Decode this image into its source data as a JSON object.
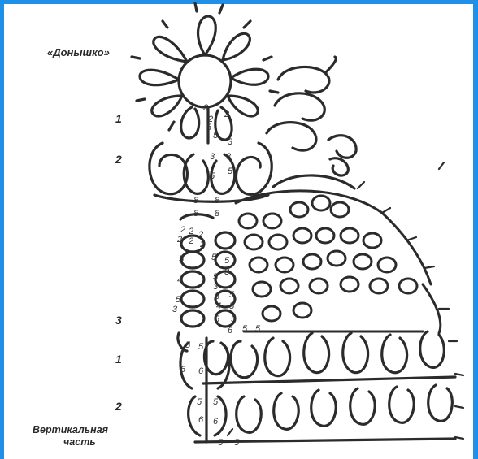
{
  "diagram": {
    "title": "«Донышко»",
    "row_labels": [
      "1",
      "2",
      "3",
      "1",
      "2"
    ],
    "caption_line1": "Вертикальная",
    "caption_line2": "часть"
  },
  "stitch_numbers": {
    "flower_joins": [
      "3",
      "2",
      "2",
      "5",
      "3",
      "5"
    ],
    "ring_row2": [
      "3",
      "3",
      "5",
      "5"
    ],
    "chain_top": [
      "8",
      "8",
      "8",
      "8"
    ],
    "left_column": [
      "2",
      "2",
      "2",
      "2",
      "2",
      "2",
      "5",
      "5",
      "5",
      "4",
      "5",
      "3",
      "3",
      "5",
      "5",
      "5",
      "3",
      "4",
      "5",
      "5",
      "5",
      "5",
      "6",
      "5"
    ],
    "lower_column": [
      "5",
      "5",
      "6",
      "6",
      "5",
      "5",
      "6",
      "6",
      "5",
      "5"
    ]
  },
  "colors": {
    "frame": "#1e90e8",
    "line": "#2b2b2b",
    "text": "#2a2a2a"
  }
}
